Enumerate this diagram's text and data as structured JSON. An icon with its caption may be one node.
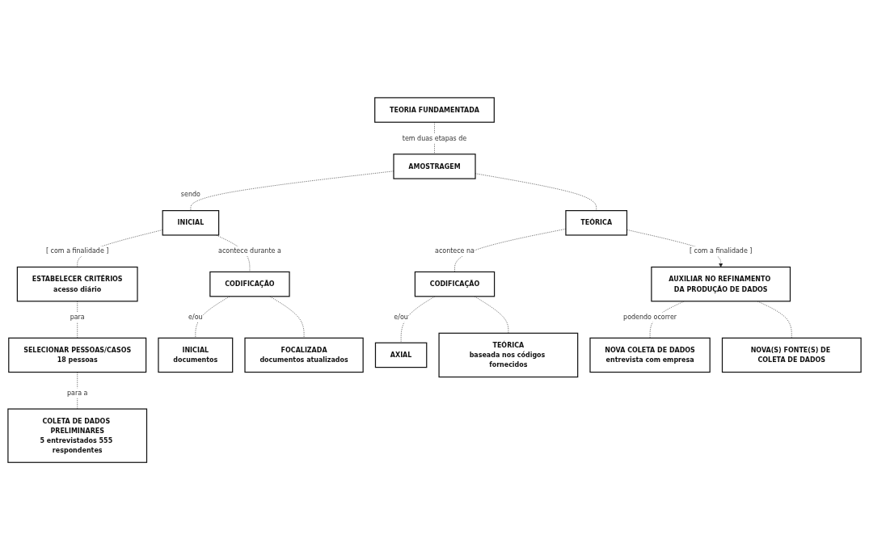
{
  "diagram": {
    "nodes": [
      {
        "text": [
          "TEORIA FUNDAMENTADA"
        ]
      },
      {
        "text": [
          "AMOSTRAGEM"
        ]
      },
      {
        "text": [
          "ESTABELECER CRITÉRIOS",
          "acesso diário"
        ]
      },
      {
        "text": [
          "INICIAL"
        ]
      },
      {
        "text": [
          "TEÓRICA"
        ]
      },
      {
        "text": [
          "AUXILIAR NO REFINAMENTO DA PRODUÇÃO DE DADOS"
        ]
      },
      {
        "text": [
          "CODIFICAÇÃO"
        ]
      },
      {
        "text": [
          "CODIFICAÇÃO"
        ]
      },
      {
        "text": [
          "SELECIONAR PESSOAS/CASOS",
          "18 pessoas"
        ]
      },
      {
        "text": [
          "INICIAL",
          "documentos"
        ]
      },
      {
        "text": [
          "FOCALIZADA",
          "documentos atualizados"
        ]
      },
      {
        "text": [
          "AXIAL"
        ]
      },
      {
        "text": [
          "TEÓRICA",
          "baseada nos códigos fornecidos"
        ]
      },
      {
        "text": [
          "NOVA COLETA DE DADOS",
          "entrevista com empresa"
        ]
      },
      {
        "text": [
          "NOVA(S) FONTE(S) DE COLETA DE DADOS"
        ]
      },
      {
        "text": [
          "COLETA DE DADOS PRELIMINARES",
          "5 entrevistados 555 respondentes"
        ]
      }
    ],
    "edges": [
      {
        "from": 0,
        "to": 1,
        "label": "tem duas etapas de",
        "arrow": "none",
        "style": "dashed"
      },
      {
        "from": 1,
        "to": 3,
        "label": "sendo",
        "arrow": "none",
        "style": "dashed"
      },
      {
        "from": 1,
        "to": 4,
        "arrow": "none",
        "style": "dashed"
      },
      {
        "from": 3,
        "to": 2,
        "label": "[ com a finalidade ]",
        "arrow": "none",
        "style": "dashed"
      },
      {
        "from": 4,
        "to": 5,
        "label": "[ com a finalidade ]",
        "arrow": "to",
        "style": "dashed"
      },
      {
        "from": 3,
        "to": 6,
        "label": "acontece durante a",
        "arrow": "none",
        "style": "dashed"
      },
      {
        "from": 4,
        "to": 7,
        "label": "acontece na",
        "arrow": "none",
        "style": "dashed"
      },
      {
        "from": 2,
        "to": 8,
        "label": "para",
        "arrow": "none",
        "style": "dashed"
      },
      {
        "from": 6,
        "to": 9,
        "label": "e/ou",
        "arrow": "none",
        "style": "dashed"
      },
      {
        "from": 6,
        "to": 10,
        "arrow": "none",
        "style": "dashed"
      },
      {
        "from": 7,
        "to": 11,
        "label": "e/ou",
        "arrow": "none",
        "style": "dashed"
      },
      {
        "from": 7,
        "to": 12,
        "arrow": "none",
        "style": "dashed"
      },
      {
        "from": 5,
        "to": 13,
        "label": "podendo ocorrer",
        "arrow": "none",
        "style": "dashed"
      },
      {
        "from": 5,
        "to": 14,
        "arrow": "none",
        "style": "dashed"
      },
      {
        "from": 8,
        "to": 15,
        "label": "para a",
        "arrow": "none",
        "style": "dashed"
      }
    ]
  }
}
